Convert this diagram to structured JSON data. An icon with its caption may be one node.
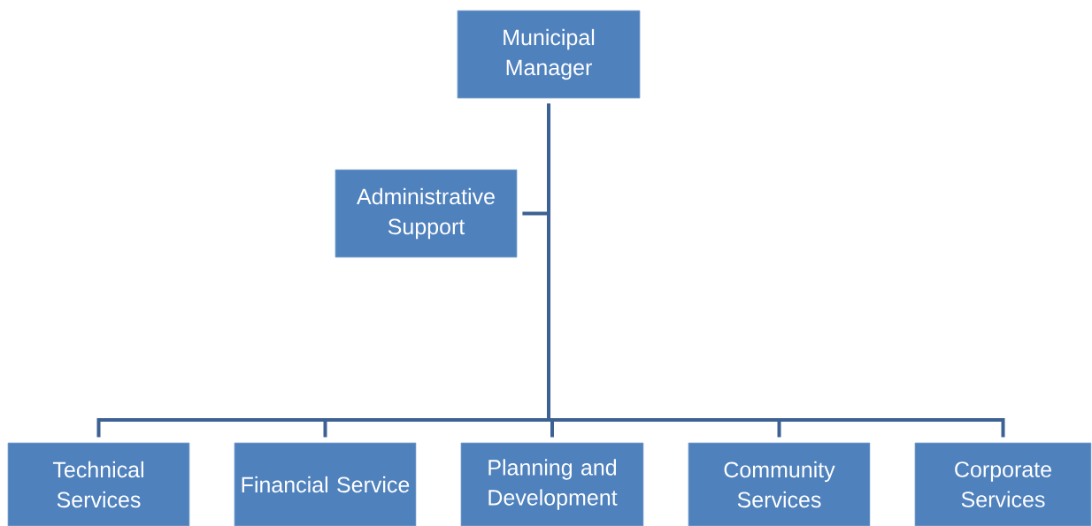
{
  "diagram": {
    "nodes": [
      {
        "text": [
          "Municipal Manager"
        ]
      },
      {
        "text": [
          "Administrative Support"
        ]
      },
      {
        "text": [
          "Technical Services"
        ]
      },
      {
        "text": [
          "Financial Service"
        ]
      },
      {
        "text": [
          "Planning and Development"
        ]
      },
      {
        "text": [
          "Community Services"
        ]
      },
      {
        "text": [
          "Corporate Services"
        ]
      }
    ],
    "edges": [
      {
        "from": 0,
        "to": 1,
        "arrow": "none"
      },
      {
        "from": 0,
        "to": 2,
        "arrow": "none"
      },
      {
        "from": 0,
        "to": 3,
        "arrow": "none"
      },
      {
        "from": 0,
        "to": 4,
        "arrow": "none"
      },
      {
        "from": 0,
        "to": 5,
        "arrow": "none"
      },
      {
        "from": 0,
        "to": 6,
        "arrow": "none"
      }
    ]
  }
}
